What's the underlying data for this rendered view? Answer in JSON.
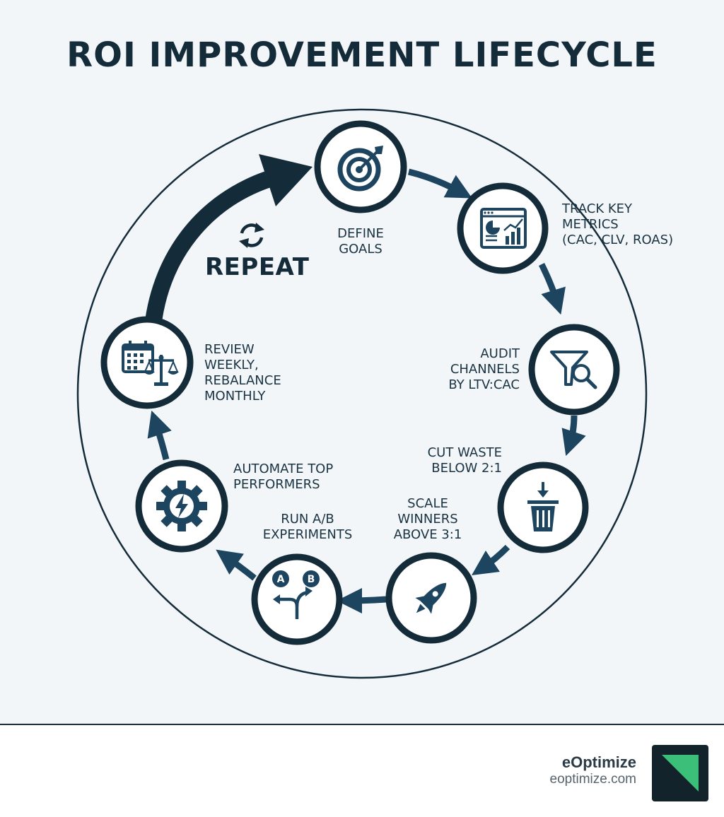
{
  "title": "ROI IMPROVEMENT LIFECYCLE",
  "repeat": {
    "label": "REPEAT",
    "icon": "refresh-icon"
  },
  "steps": [
    {
      "id": "define-goals",
      "label": "DEFINE\nGOALS",
      "icon": "target-icon"
    },
    {
      "id": "track-metrics",
      "label": "TRACK KEY\nMETRICS\n(CAC, CLV, ROAS)",
      "icon": "dashboard-chart-icon"
    },
    {
      "id": "audit-channels",
      "label": "AUDIT\nCHANNELS\nBY LTV:CAC",
      "icon": "funnel-search-icon"
    },
    {
      "id": "cut-waste",
      "label": "CUT WASTE\nBELOW 2:1",
      "icon": "trash-icon"
    },
    {
      "id": "scale-winners",
      "label": "SCALE\nWINNERS\nABOVE 3:1",
      "icon": "rocket-icon"
    },
    {
      "id": "run-experiments",
      "label": "RUN A/B\nEXPERIMENTS",
      "icon": "ab-split-icon"
    },
    {
      "id": "automate",
      "label": "AUTOMATE TOP\nPERFORMERS",
      "icon": "gear-lightning-icon"
    },
    {
      "id": "review",
      "label": "REVIEW\nWEEKLY,\nREBALANCE\nMONTHLY",
      "icon": "calendar-scale-icon"
    }
  ],
  "ab_letters": {
    "a": "A",
    "b": "B"
  },
  "brand": {
    "name": "eOptimize",
    "url": "eoptimize.com",
    "logo": "eoptimize-logo"
  },
  "colors": {
    "dark": "#142b3a",
    "arrow": "#1d4560",
    "background": "#f2f6f8",
    "logo_green": "#3cbf78",
    "logo_dark": "#13232b"
  }
}
